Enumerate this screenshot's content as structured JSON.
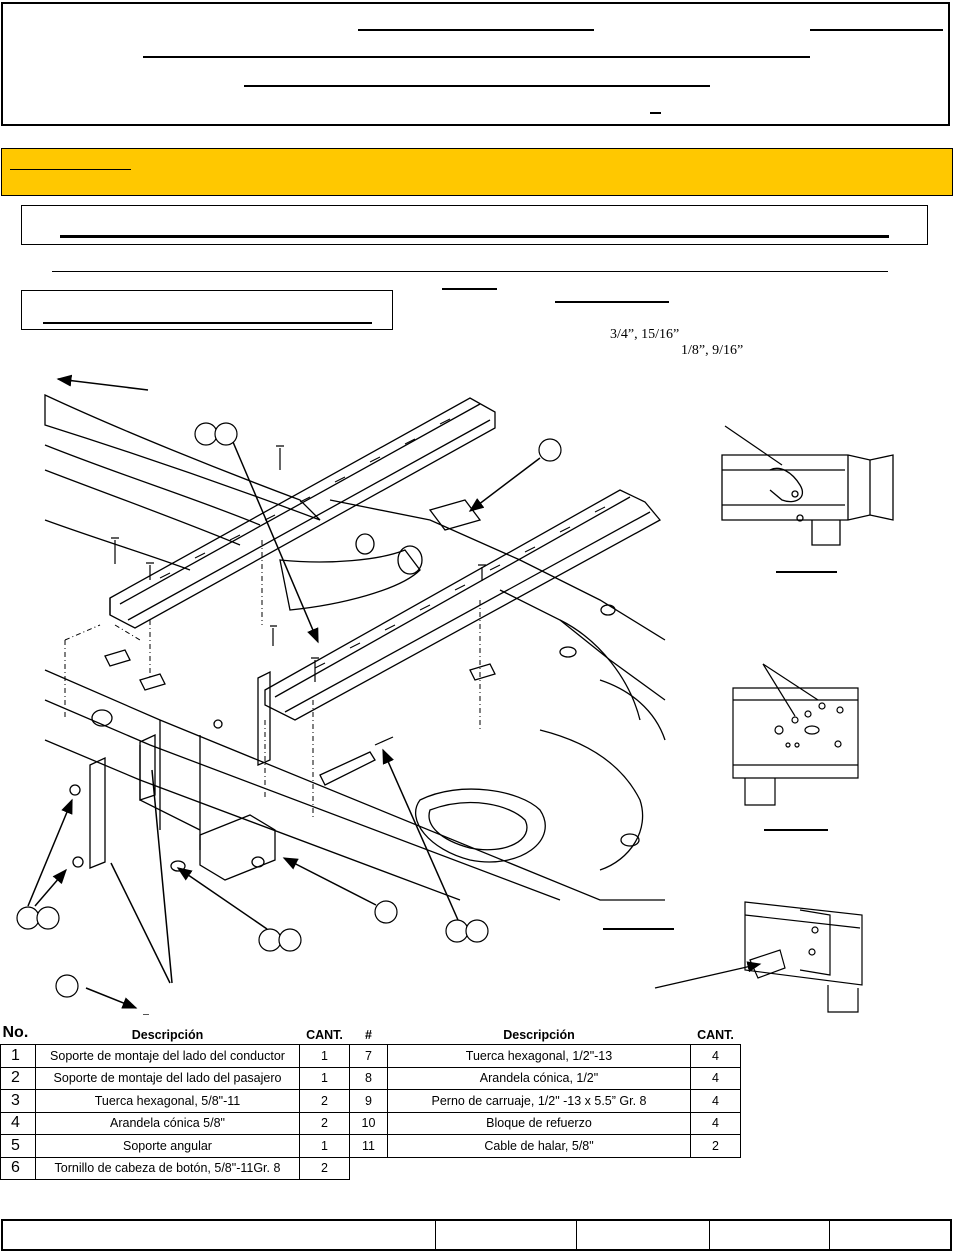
{
  "tool_sizes": {
    "line1": "3/4”,  15/16”",
    "line2": "1/8”,  9/16”"
  },
  "parts_table": {
    "headers": {
      "no": "No.",
      "desc": "Descripción",
      "qty": "CANT.",
      "hash": "#",
      "desc2": "Descripción",
      "qty2": "CANT."
    },
    "rows": [
      {
        "no": "1",
        "desc": "Soporte de montaje del lado del conductor",
        "qty": "1",
        "no2": "7",
        "desc2": "Tuerca hexagonal, 1/2\"-13",
        "qty2": "4"
      },
      {
        "no": "2",
        "desc": "Soporte de montaje del lado del pasajero",
        "qty": "1",
        "no2": "8",
        "desc2": "Arandela cónica, 1/2\"",
        "qty2": "4"
      },
      {
        "no": "3",
        "desc": "Tuerca hexagonal, 5/8\"-11",
        "qty": "2",
        "no2": "9",
        "desc2": "Perno de carruaje, 1/2\" -13 x 5.5” Gr. 8",
        "qty2": "4"
      },
      {
        "no": "4",
        "desc": "Arandela cónica 5/8\"",
        "qty": "2",
        "no2": "10",
        "desc2": "Bloque de refuerzo",
        "qty2": "4"
      },
      {
        "no": "5",
        "desc": "Soporte angular",
        "qty": "1",
        "no2": "11",
        "desc2": "Cable de halar, 5/8\"",
        "qty2": "2"
      },
      {
        "no": "6",
        "desc": "Tornillo de cabeza de botón, 5/8\"-11Gr. 8",
        "qty": "2",
        "no2": "",
        "desc2": "",
        "qty2": ""
      }
    ]
  },
  "colors": {
    "warning_bar": "#ffc800"
  }
}
